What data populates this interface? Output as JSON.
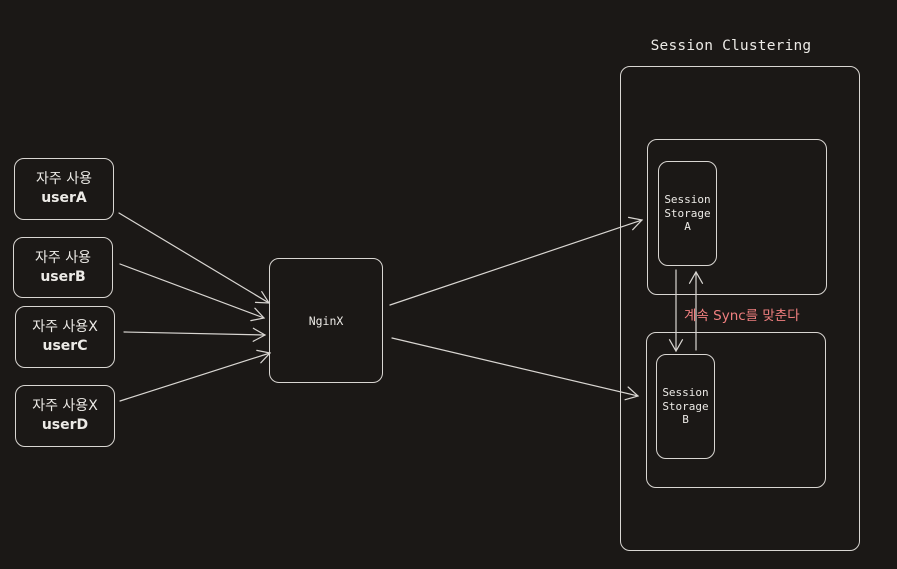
{
  "users": [
    {
      "line1": "자주 사용",
      "line2": "userA"
    },
    {
      "line1": "자주 사용",
      "line2": "userB"
    },
    {
      "line1": "자주 사용X",
      "line2": "userC"
    },
    {
      "line1": "자주 사용X",
      "line2": "userD"
    }
  ],
  "nginx": {
    "label": "NginX"
  },
  "cluster": {
    "title": "Session Clustering"
  },
  "storage_a": {
    "line1": "Session",
    "line2": "Storage",
    "line3": "A"
  },
  "storage_b": {
    "line1": "Session",
    "line2": "Storage",
    "line3": "B"
  },
  "sync": {
    "label": "계속 Sync를 맞춘다"
  },
  "colors": {
    "background": "#1b1816",
    "stroke": "#d9d6d2",
    "sync_text": "#f07f7f"
  }
}
